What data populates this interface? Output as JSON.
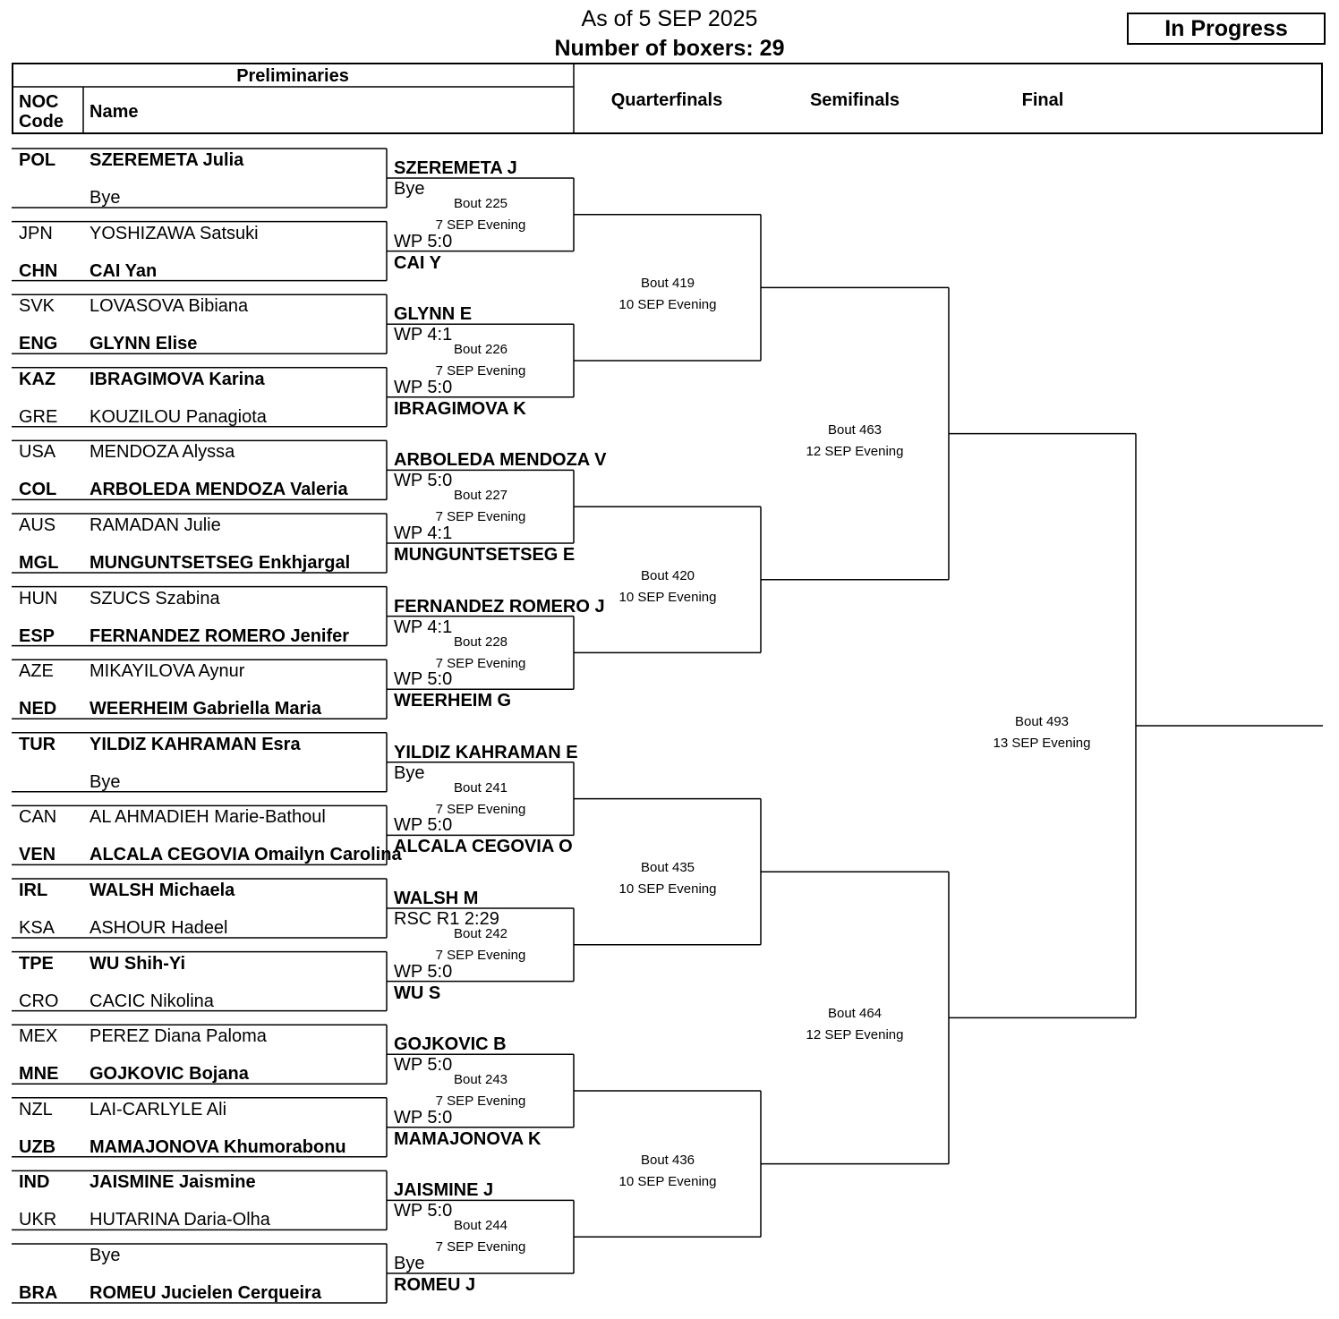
{
  "header": {
    "as_of": "As of 5 SEP 2025",
    "boxers_count": "Number of boxers: 29",
    "status": "In Progress"
  },
  "columns": {
    "preliminaries": "Preliminaries",
    "noc_code": "NOC Code",
    "name": "Name",
    "quarterfinals": "Quarterfinals",
    "semifinals": "Semifinals",
    "final": "Final"
  },
  "entries": [
    {
      "noc": "POL",
      "name": "SZEREMETA Julia",
      "winner": true
    },
    {
      "noc": "",
      "name": "Bye",
      "winner": false
    },
    {
      "noc": "JPN",
      "name": "YOSHIZAWA Satsuki",
      "winner": false
    },
    {
      "noc": "CHN",
      "name": "CAI Yan",
      "winner": true
    },
    {
      "noc": "SVK",
      "name": "LOVASOVA Bibiana",
      "winner": false
    },
    {
      "noc": "ENG",
      "name": "GLYNN Elise",
      "winner": true
    },
    {
      "noc": "KAZ",
      "name": "IBRAGIMOVA Karina",
      "winner": true
    },
    {
      "noc": "GRE",
      "name": "KOUZILOU Panagiota",
      "winner": false
    },
    {
      "noc": "USA",
      "name": "MENDOZA Alyssa",
      "winner": false
    },
    {
      "noc": "COL",
      "name": "ARBOLEDA MENDOZA Valeria",
      "winner": true
    },
    {
      "noc": "AUS",
      "name": "RAMADAN Julie",
      "winner": false
    },
    {
      "noc": "MGL",
      "name": "MUNGUNTSETSEG Enkhjargal",
      "winner": true
    },
    {
      "noc": "HUN",
      "name": "SZUCS Szabina",
      "winner": false
    },
    {
      "noc": "ESP",
      "name": "FERNANDEZ ROMERO Jenifer",
      "winner": true
    },
    {
      "noc": "AZE",
      "name": "MIKAYILOVA Aynur",
      "winner": false
    },
    {
      "noc": "NED",
      "name": "WEERHEIM Gabriella Maria",
      "winner": true
    },
    {
      "noc": "TUR",
      "name": "YILDIZ KAHRAMAN Esra",
      "winner": true
    },
    {
      "noc": "",
      "name": "Bye",
      "winner": false
    },
    {
      "noc": "CAN",
      "name": "AL AHMADIEH Marie-Bathoul",
      "winner": false
    },
    {
      "noc": "VEN",
      "name": "ALCALA CEGOVIA Omailyn Carolina",
      "winner": true
    },
    {
      "noc": "IRL",
      "name": "WALSH Michaela",
      "winner": true
    },
    {
      "noc": "KSA",
      "name": "ASHOUR Hadeel",
      "winner": false
    },
    {
      "noc": "TPE",
      "name": "WU Shih-Yi",
      "winner": true
    },
    {
      "noc": "CRO",
      "name": "CACIC Nikolina",
      "winner": false
    },
    {
      "noc": "MEX",
      "name": "PEREZ Diana Paloma",
      "winner": false
    },
    {
      "noc": "MNE",
      "name": "GOJKOVIC Bojana",
      "winner": true
    },
    {
      "noc": "NZL",
      "name": "LAI-CARLYLE Ali",
      "winner": false
    },
    {
      "noc": "UZB",
      "name": "MAMAJONOVA Khumorabonu",
      "winner": true
    },
    {
      "noc": "IND",
      "name": "JAISMINE Jaismine",
      "winner": true
    },
    {
      "noc": "UKR",
      "name": "HUTARINA Daria-Olha",
      "winner": false
    },
    {
      "noc": "",
      "name": "Bye",
      "winner": false
    },
    {
      "noc": "BRA",
      "name": "ROMEU Jucielen Cerqueira",
      "winner": true
    }
  ],
  "round1_bouts": [
    {
      "bout": "Bout  225",
      "date": "7 SEP Evening",
      "top_name": "SZEREMETA J",
      "top_result": "Bye",
      "bottom_result": "WP 5:0",
      "bottom_name": "CAI Y"
    },
    {
      "bout": "Bout  226",
      "date": "7 SEP Evening",
      "top_name": "GLYNN E",
      "top_result": "WP 4:1",
      "bottom_result": "WP 5:0",
      "bottom_name": "IBRAGIMOVA K"
    },
    {
      "bout": "Bout  227",
      "date": "7 SEP Evening",
      "top_name": "ARBOLEDA MENDOZA V",
      "top_result": "WP 5:0",
      "bottom_result": "WP 4:1",
      "bottom_name": "MUNGUNTSETSEG E"
    },
    {
      "bout": "Bout  228",
      "date": "7 SEP Evening",
      "top_name": "FERNANDEZ ROMERO J",
      "top_result": "WP 4:1",
      "bottom_result": "WP 5:0",
      "bottom_name": "WEERHEIM G"
    },
    {
      "bout": "Bout  241",
      "date": "7 SEP Evening",
      "top_name": "YILDIZ KAHRAMAN E",
      "top_result": "Bye",
      "bottom_result": "WP 5:0",
      "bottom_name": "ALCALA CEGOVIA O"
    },
    {
      "bout": "Bout  242",
      "date": "7 SEP Evening",
      "top_name": "WALSH M",
      "top_result": "RSC R1 2:29",
      "bottom_result": "WP 5:0",
      "bottom_name": "WU S"
    },
    {
      "bout": "Bout  243",
      "date": "7 SEP Evening",
      "top_name": "GOJKOVIC B",
      "top_result": "WP 5:0",
      "bottom_result": "WP 5:0",
      "bottom_name": "MAMAJONOVA K"
    },
    {
      "bout": "Bout  244",
      "date": "7 SEP Evening",
      "top_name": "JAISMINE J",
      "top_result": "WP 5:0",
      "bottom_result": "Bye",
      "bottom_name": "ROMEU J"
    }
  ],
  "quarterfinal_bouts": [
    {
      "bout": "Bout  419",
      "date": "10 SEP Evening"
    },
    {
      "bout": "Bout  420",
      "date": "10 SEP Evening"
    },
    {
      "bout": "Bout  435",
      "date": "10 SEP Evening"
    },
    {
      "bout": "Bout  436",
      "date": "10 SEP Evening"
    }
  ],
  "semifinal_bouts": [
    {
      "bout": "Bout  463",
      "date": "12 SEP Evening"
    },
    {
      "bout": "Bout  464",
      "date": "12 SEP Evening"
    }
  ],
  "final_bout": {
    "bout": "Bout  493",
    "date": "13 SEP Evening"
  }
}
